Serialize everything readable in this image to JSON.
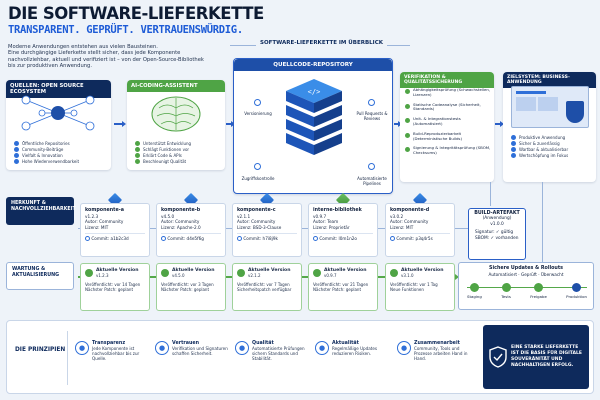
{
  "title": "DIE SOFTWARE-LIEFERKETTE",
  "subtitle": "TRANSPARENT. GEPRÜFT. VERTRAUENSWÜRDIG.",
  "intro": [
    "Moderne Anwendungen entstehen aus vielen Bausteinen.",
    "Eine durchgängige Lieferkette stellt sicher, dass jede Komponente",
    "nachvollziehbar, aktuell und verifiziert ist – von der Open-Source-Bibliothek",
    "bis zur produktiven Anwendung."
  ],
  "overview_label": "SOFTWARE-LIEFERKETTE IM ÜBERBLICK",
  "sources": {
    "title": "QUELLEN: OPEN SOURCE ECOSYSTEM",
    "items": [
      "Öffentliche Repositories",
      "Community-Beiträge",
      "Vielfalt & Innovation",
      "Hohe Wiederverwendbarkeit"
    ]
  },
  "ai": {
    "title": "AI-CODING-ASSISTENT",
    "items": [
      "Unterstützt Entwicklung",
      "Schlägt Funktionen vor",
      "Erklärt Code & APIs",
      "Beschleunigt Qualität"
    ]
  },
  "repo": {
    "title": "QUELLCODE-REPOSITORY",
    "labels": [
      "Versionierung",
      "Pull Requests & Reviews",
      "Zugriffskontrolle",
      "Automatisierte Pipelines"
    ]
  },
  "verify": {
    "title": "VERIFIKATION & QUALITÄTSSICHERUNG",
    "items": [
      "Abhängigkeitsprüfung (Schwachstellen, Lizenzen)",
      "Statische Codeanalyse (Sicherheit, Standards)",
      "Unit- & Integrationstests (Automatisiert)",
      "Build-Reproduzierbarkeit (Deterministische Builds)",
      "Signierung & Integritätsprüfung (SBOM, Checksums)"
    ]
  },
  "target": {
    "title": "ZIELSYSTEM: BUSINESS-ANWENDUNG",
    "items": [
      "Produktive Anwendung",
      "Sicher & zuverlässig",
      "Wartbar & aktualisierbar",
      "Wertschöpfung im Fokus"
    ]
  },
  "row_labels": {
    "origin": "HERKUNFT & NACHVOLLZIEHBARKEIT",
    "maint": "WARTUNG & AKTUALISIERUNG"
  },
  "components": [
    {
      "name": "komponente-a",
      "ver": "v1.2.3",
      "a": "Autor: Community",
      "b": "Lizenz: MIT",
      "commit": "Commit: a1b2c3d"
    },
    {
      "name": "komponente-b",
      "ver": "v4.5.0",
      "a": "Autor: Community",
      "b": "Lizenz: Apache-2.0",
      "commit": "Commit: d4e5f6g"
    },
    {
      "name": "komponente-c",
      "ver": "v2.1.1",
      "a": "Autor: Community",
      "b": "Lizenz: BSD-3-Clause",
      "commit": "Commit: h7i8j9k"
    },
    {
      "name": "interne-bibliothek",
      "ver": "v0.9.7",
      "a": "Autor: Team",
      "b": "Lizenz: Proprietär",
      "commit": "Commit: l0m1n2o"
    },
    {
      "name": "komponente-d",
      "ver": "v3.0.2",
      "a": "Autor: Community",
      "b": "Lizenz: MIT",
      "commit": "Commit: p3q4r5s"
    }
  ],
  "build": {
    "title": "BUILD-ARTEFAKT",
    "sub": "(Anwendung)",
    "ver": "v1.0.0",
    "sig": "Signatur: ✓ gültig",
    "sbom": "SBOM: ✓ vorhanden"
  },
  "updates": [
    {
      "ver": "Aktuelle Version",
      "num": "v1.2.3",
      "a": "Veröffentlicht: vor 14 Tagen",
      "b": "Nächster Patch: geplant"
    },
    {
      "ver": "Aktuelle Version",
      "num": "v4.5.0",
      "a": "Veröffentlicht: vor 3 Tagen",
      "b": "Nächster Patch: geplant"
    },
    {
      "ver": "Aktuelle Version",
      "num": "v2.1.2",
      "a": "Veröffentlicht: vor 7 Tagen",
      "b": "Sicherheitspatch verfügbar"
    },
    {
      "ver": "Aktuelle Version",
      "num": "v0.9.7",
      "a": "Veröffentlicht: vor 21 Tagen",
      "b": "Nächster Patch: geplant"
    },
    {
      "ver": "Aktuelle Version",
      "num": "v3.1.0",
      "a": "Veröffentlicht: vor 1 Tag",
      "b": "Neue Funktionen"
    }
  ],
  "rollout": {
    "title": "Sichere Updates & Rollouts",
    "sub": "Automatisiert · Geprüft · Überwacht",
    "steps": [
      "Staging",
      "Tests",
      "Freigabe",
      "Produktion"
    ]
  },
  "principles_label": "DIE PRINZIPIEN",
  "principles": [
    {
      "t": "Transparenz",
      "d": "Jede Komponente ist nachvollziehbar bis zur Quelle."
    },
    {
      "t": "Vertrauen",
      "d": "Verifikation und Signaturen schaffen Sicherheit."
    },
    {
      "t": "Qualität",
      "d": "Automatisierte Prüfungen sichern Standards und Stabilität."
    },
    {
      "t": "Aktualität",
      "d": "Regelmäßige Updates reduzieren Risiken."
    },
    {
      "t": "Zusammenarbeit",
      "d": "Community, Tools und Prozesse arbeiten Hand in Hand."
    }
  ],
  "footer": [
    "EINE STARKE LIEFERKETTE",
    "IST DIE BASIS FÜR DIGITALE",
    "SOUVERÄNITÄT UND",
    "NACHHALTIGEN ERFOLG."
  ]
}
